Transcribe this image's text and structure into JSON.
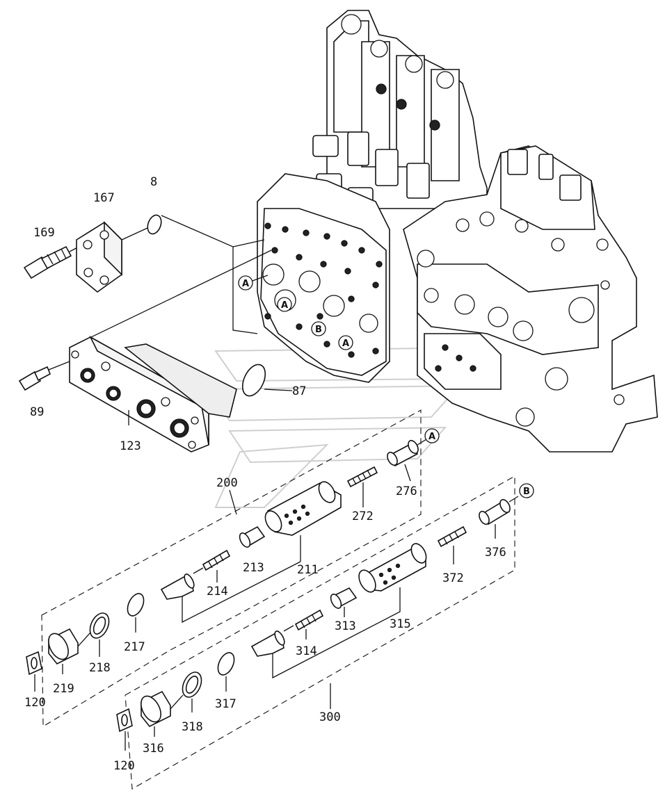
{
  "diagram": {
    "part_labels": {
      "p8": "8",
      "p167": "167",
      "p169": "169",
      "p89": "89",
      "p87": "87",
      "p123": "123",
      "p200": "200",
      "p276": "276",
      "p272": "272",
      "p213": "213",
      "p211": "211",
      "p214": "214",
      "p217": "217",
      "p218": "218",
      "p219": "219",
      "p120a": "120",
      "p376": "376",
      "p372": "372",
      "p313": "313",
      "p315": "315",
      "p314": "314",
      "p317": "317",
      "p318": "318",
      "p316": "316",
      "p120b": "120",
      "p300": "300"
    },
    "callouts": {
      "a1": "A",
      "a2": "A",
      "a3": "A",
      "a4": "A",
      "b1": "B",
      "b2": "B"
    }
  }
}
